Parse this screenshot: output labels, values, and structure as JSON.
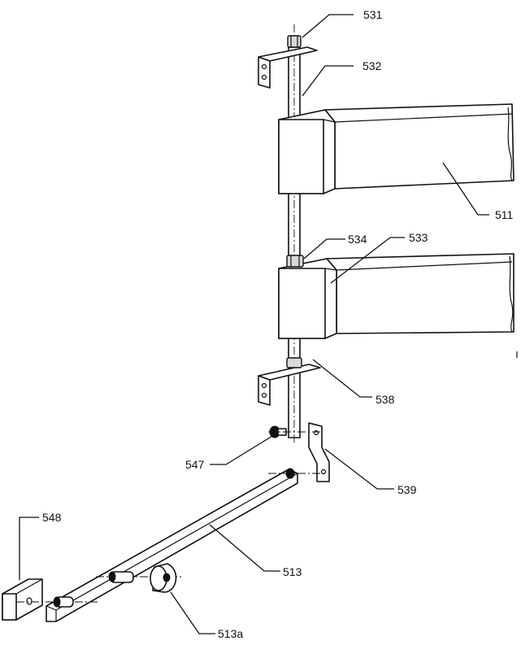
{
  "figure": {
    "callouts": {
      "c531": "531",
      "c532": "532",
      "c511": "511",
      "c534": "534",
      "c533": "533",
      "c538": "538",
      "c547": "547",
      "c539": "539",
      "c548": "548",
      "c513": "513",
      "c513a": "513a"
    }
  }
}
